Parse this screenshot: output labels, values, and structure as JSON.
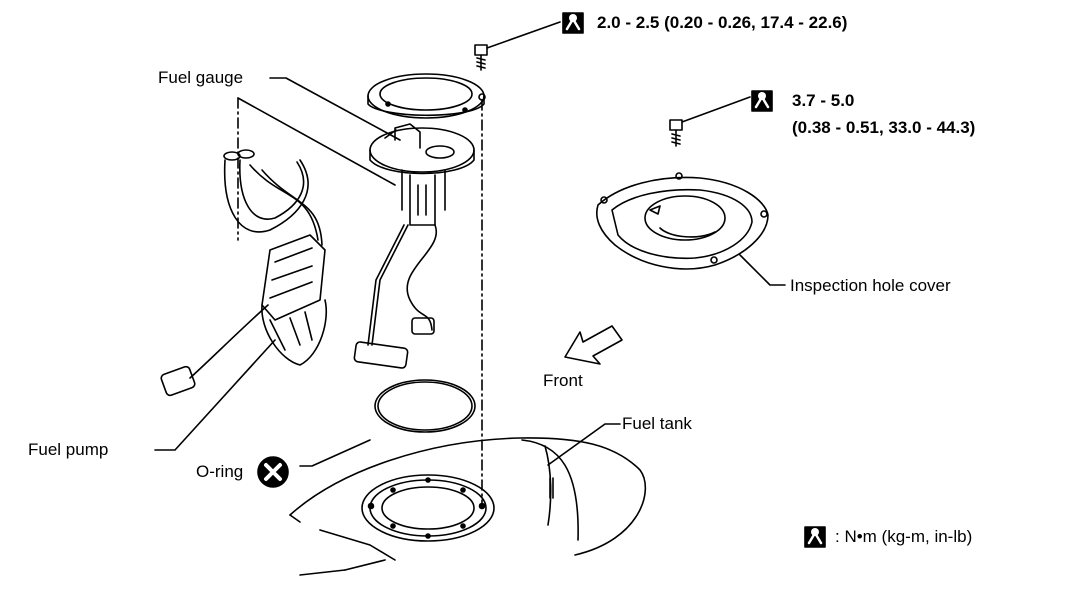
{
  "labels": {
    "fuel_gauge": "Fuel gauge",
    "fuel_pump": "Fuel pump",
    "o_ring": "O-ring",
    "fuel_tank": "Fuel tank",
    "inspection_hole_cover": "Inspection hole cover",
    "front": "Front"
  },
  "torque_specs": {
    "gauge_screw": "2.0 - 2.5 (0.20 - 0.26, 17.4 - 22.6)",
    "cover_screw_line1": "3.7 - 5.0",
    "cover_screw_line2": "(0.38 - 0.51, 33.0 - 44.3)"
  },
  "legend": {
    "units": ": N•m (kg-m, in-lb)"
  },
  "icons": {
    "torque": "torque-wrench-icon",
    "replace": "do-not-reuse-x-icon"
  }
}
